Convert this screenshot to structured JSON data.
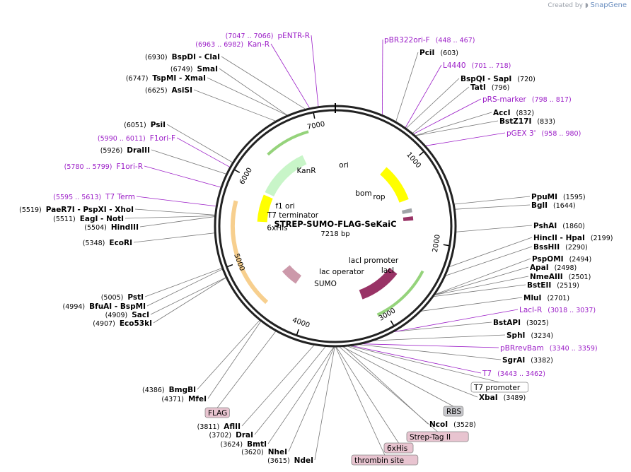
{
  "credit": {
    "prefix": "Created by",
    "brand": "SnapGene"
  },
  "plasmid": {
    "name": "STREP-SUMO-FLAG-SeKaiC",
    "size": "7218 bp"
  },
  "ticks": [
    {
      "label": "1000",
      "bp": 1000
    },
    {
      "label": "2000",
      "bp": 2000
    },
    {
      "label": "3000",
      "bp": 3000
    },
    {
      "label": "4000",
      "bp": 4000
    },
    {
      "label": "5000",
      "bp": 5000
    },
    {
      "label": "6000",
      "bp": 6000
    },
    {
      "label": "7000",
      "bp": 7000
    }
  ],
  "features": [
    {
      "name": "ori",
      "start": 820,
      "end": 1400,
      "color": "#ffff00",
      "ring": 0.62,
      "dir": 1
    },
    {
      "name": "KanR",
      "start": 5930,
      "end": 6720,
      "color": "#c8f5c8",
      "ring": 0.62,
      "dir": -1
    },
    {
      "name": "f1 ori",
      "start": 5480,
      "end": 5890,
      "color": "#ffff00",
      "ring": 0.62,
      "dir": -1
    },
    {
      "name": "lacI",
      "start": 2560,
      "end": 3200,
      "color": "#993366",
      "ring": 0.62,
      "dir": -1
    },
    {
      "name": "rop",
      "start": 1660,
      "end": 1720,
      "color": "#993366",
      "ring": 0.62,
      "dir": -1
    },
    {
      "name": "SUMO",
      "start": 4300,
      "end": 4600,
      "color": "#cc99aa",
      "ring": 0.55,
      "dir": -1
    },
    {
      "name": "bom",
      "start": 1540,
      "end": 1600,
      "color": "#a0a4a8",
      "ring": 0.62,
      "dir": 0
    }
  ],
  "inner_labels": [
    {
      "text": "ori"
    },
    {
      "text": "KanR"
    },
    {
      "text": "rop"
    },
    {
      "text": "bom"
    },
    {
      "text": "f1 ori"
    },
    {
      "text": "T7 terminator"
    },
    {
      "text": "6xHis"
    },
    {
      "text": "lac operator"
    },
    {
      "text": "SUMO"
    },
    {
      "text": "lacI promoter"
    },
    {
      "text": "lacI"
    }
  ],
  "sites_left": [
    {
      "name": "BspDI  - ClaI",
      "pos": "(6930)",
      "bp": 6930
    },
    {
      "name": "SmaI",
      "pos": "(6749)",
      "bp": 6749
    },
    {
      "name": "TspMI  - XmaI",
      "pos": "(6747)",
      "bp": 6747
    },
    {
      "name": "AsiSI",
      "pos": "(6625)",
      "bp": 6625
    },
    {
      "name": "PsiI",
      "pos": "(6051)",
      "bp": 6051
    },
    {
      "name": "DraIII",
      "pos": "(5926)",
      "bp": 5926
    },
    {
      "name": "PaeR7I  - PspXI  - XhoI",
      "pos": "(5519)",
      "bp": 5519
    },
    {
      "name": "EagI  - NotI",
      "pos": "(5511)",
      "bp": 5511
    },
    {
      "name": "HindIII",
      "pos": "(5504)",
      "bp": 5504
    },
    {
      "name": "EcoRI",
      "pos": "(5348)",
      "bp": 5348
    },
    {
      "name": "PstI",
      "pos": "(5005)",
      "bp": 5005
    },
    {
      "name": "BfuAI  - BspMI",
      "pos": "(4994)",
      "bp": 4994
    },
    {
      "name": "SacI",
      "pos": "(4909)",
      "bp": 4909
    },
    {
      "name": "Eco53kI",
      "pos": "(4907)",
      "bp": 4907
    },
    {
      "name": "BmgBI",
      "pos": "(4386)",
      "bp": 4386
    },
    {
      "name": "MfeI",
      "pos": "(4371)",
      "bp": 4371
    },
    {
      "name": "AflII",
      "pos": "(3811)",
      "bp": 3811
    },
    {
      "name": "DraI",
      "pos": "(3702)",
      "bp": 3702
    },
    {
      "name": "BmtI",
      "pos": "(3624)",
      "bp": 3624
    },
    {
      "name": "NheI",
      "pos": "(3620)",
      "bp": 3620
    },
    {
      "name": "NdeI",
      "pos": "(3615)",
      "bp": 3615
    }
  ],
  "sites_right": [
    {
      "name": "PciI",
      "pos": "(603)",
      "bp": 603
    },
    {
      "name": "BspQI  - SapI",
      "pos": "(720)",
      "bp": 720
    },
    {
      "name": "TatI",
      "pos": "(796)",
      "bp": 796
    },
    {
      "name": "AccI",
      "pos": "(832)",
      "bp": 832
    },
    {
      "name": "BstZ17I",
      "pos": "(833)",
      "bp": 833
    },
    {
      "name": "PpuMI",
      "pos": "(1595)",
      "bp": 1595
    },
    {
      "name": "BglI",
      "pos": "(1644)",
      "bp": 1644
    },
    {
      "name": "PshAI",
      "pos": "(1860)",
      "bp": 1860
    },
    {
      "name": "HincII  - HpaI",
      "pos": "(2199)",
      "bp": 2199
    },
    {
      "name": "BssHII",
      "pos": "(2290)",
      "bp": 2290
    },
    {
      "name": "PspOMI",
      "pos": "(2494)",
      "bp": 2494
    },
    {
      "name": "ApaI",
      "pos": "(2498)",
      "bp": 2498
    },
    {
      "name": "NmeAIII",
      "pos": "(2501)",
      "bp": 2501
    },
    {
      "name": "BstEII",
      "pos": "(2519)",
      "bp": 2519
    },
    {
      "name": "MluI",
      "pos": "(2701)",
      "bp": 2701
    },
    {
      "name": "BstAPI",
      "pos": "(3025)",
      "bp": 3025
    },
    {
      "name": "SphI",
      "pos": "(3234)",
      "bp": 3234
    },
    {
      "name": "SgrAI",
      "pos": "(3382)",
      "bp": 3382
    },
    {
      "name": "XbaI",
      "pos": "(3489)",
      "bp": 3489
    },
    {
      "name": "NcoI",
      "pos": "(3528)",
      "bp": 3528
    }
  ],
  "primers": [
    {
      "name": "pENTR-R",
      "range": "(7047 .. 7066)",
      "bp": 7056
    },
    {
      "name": "Kan-R",
      "range": "(6963 .. 6982)",
      "bp": 6972
    },
    {
      "name": "F1ori-F",
      "range": "(5990 .. 6011)",
      "bp": 6000
    },
    {
      "name": "F1ori-R",
      "range": "(5780 .. 5799)",
      "bp": 5790
    },
    {
      "name": "T7 Term",
      "range": "(5595 .. 5613)",
      "bp": 5604
    },
    {
      "name": "pBR322ori-F",
      "range": "(448 .. 467)",
      "bp": 458
    },
    {
      "name": "L4440",
      "range": "(701 .. 718)",
      "bp": 710
    },
    {
      "name": "pRS-marker",
      "range": "(798 .. 817)",
      "bp": 808
    },
    {
      "name": "pGEX 3'",
      "range": "(958 .. 980)",
      "bp": 969
    },
    {
      "name": "LacI-R",
      "range": "(3018 .. 3037)",
      "bp": 3028
    },
    {
      "name": "pBRrevBam",
      "range": "(3340 .. 3359)",
      "bp": 3350
    },
    {
      "name": "T7",
      "range": "(3443 .. 3462)",
      "bp": 3452
    }
  ],
  "feature_boxes": [
    {
      "name": "T7 promoter",
      "bp": 3470,
      "bg": "#ffffff"
    },
    {
      "name": "RBS",
      "bp": 3540,
      "bg": "#c8c8cc"
    },
    {
      "name": "Strep-Tag II",
      "bp": 3570,
      "bg": "#e8c4d0"
    },
    {
      "name": "6xHis",
      "bp": 3600,
      "bg": "#e8c4d0"
    },
    {
      "name": "thrombin site",
      "bp": 3606,
      "bg": "#e8c4d0"
    },
    {
      "name": "FLAG",
      "bp": 4200,
      "bg": "#e8c4d0"
    }
  ]
}
